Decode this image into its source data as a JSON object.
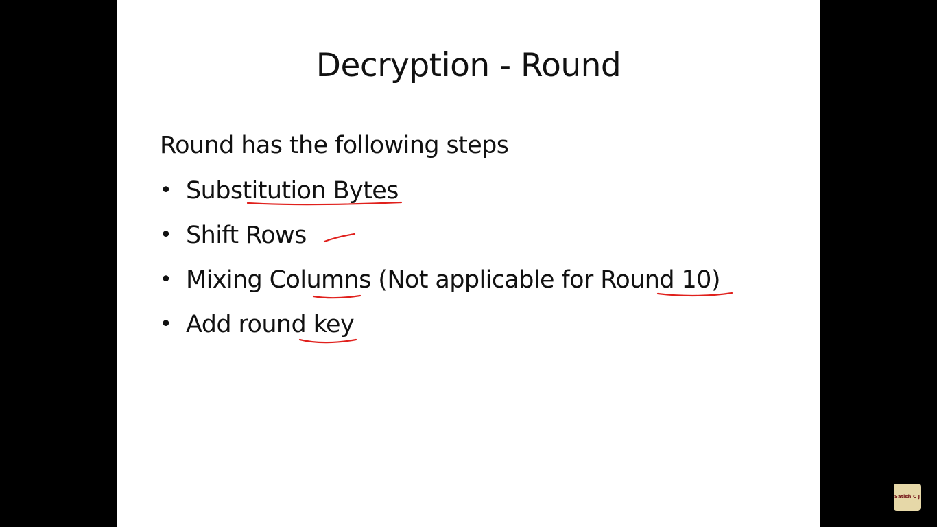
{
  "slide": {
    "title": "Decryption - Round",
    "intro": "Round has the following steps",
    "bullet_glyph": "•",
    "bullets": [
      "Substitution Bytes",
      "Shift Rows",
      "Mixing Columns (Not applicable for Round 10)",
      "Add round key"
    ],
    "annotation_color": "#e0201c"
  },
  "watermark": {
    "label": "Satish C J"
  }
}
